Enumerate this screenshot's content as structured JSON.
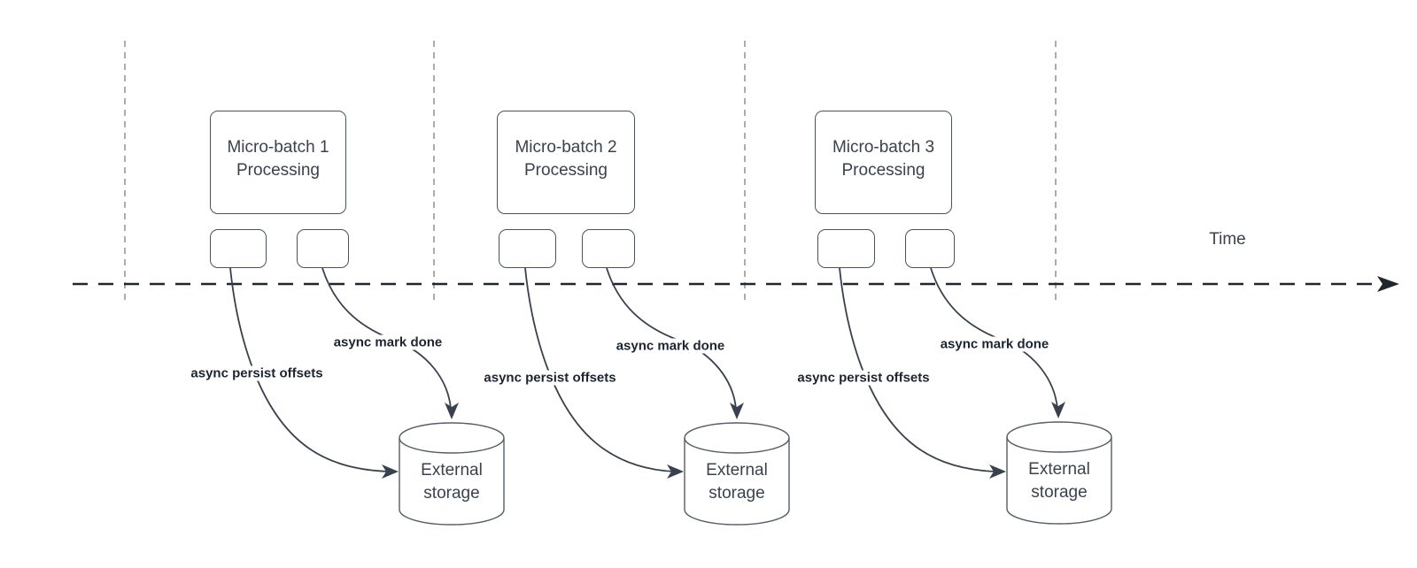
{
  "diagram": {
    "time_axis_label": "Time",
    "batches": [
      {
        "title_line1": "Micro-batch 1",
        "title_line2": "Processing",
        "persist_label": "async persist offsets",
        "mark_done_label": "async mark done",
        "storage_line1": "External",
        "storage_line2": "storage"
      },
      {
        "title_line1": "Micro-batch 2",
        "title_line2": "Processing",
        "persist_label": "async persist offsets",
        "mark_done_label": "async mark done",
        "storage_line1": "External",
        "storage_line2": "storage"
      },
      {
        "title_line1": "Micro-batch 3",
        "title_line2": "Processing",
        "persist_label": "async persist offsets",
        "mark_done_label": "async mark done",
        "storage_line1": "External",
        "storage_line2": "storage"
      }
    ],
    "colors": {
      "background": "#ffffff",
      "timeline": "#20262e",
      "guide_dashes": "#9fa4aa",
      "connector": "#3a414e",
      "node_border": "#4a5260",
      "node_text": "#39424e",
      "label_text": "#1d2430"
    }
  }
}
